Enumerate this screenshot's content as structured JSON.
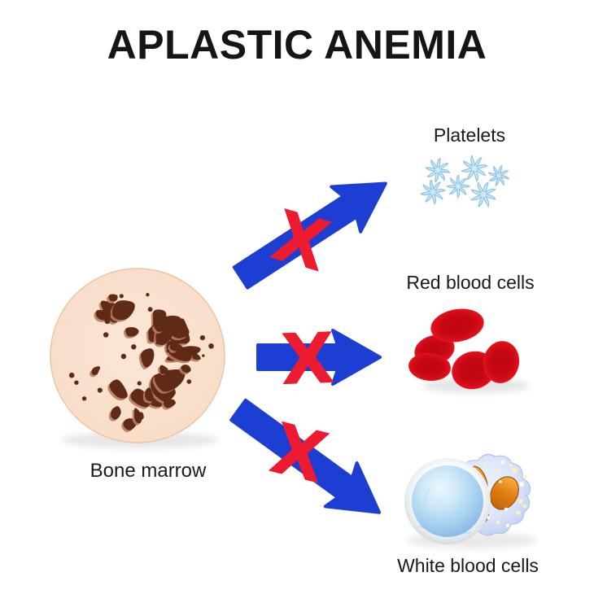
{
  "title": "APLASTIC ANEMIA",
  "bone_marrow": {
    "label": "Bone marrow"
  },
  "cells": {
    "platelets": {
      "label": "Platelets"
    },
    "red_blood_cells": {
      "label": "Red blood cells"
    },
    "white_blood_cells": {
      "label": "White blood cells"
    }
  },
  "marks": {
    "x_symbol": "X"
  },
  "colors": {
    "arrow_blue": "#1c3ed3",
    "x_red": "#ed1b2f",
    "marrow_base": "#f8dcc6",
    "marrow_spots": "#5f2b16",
    "platelet_blue": "#cfe9f8",
    "rbc_red": "#ee1120",
    "wbc_blue": "#8fbfe8",
    "wbc_nucleus_orange": "#e8861c",
    "title_black": "#151515"
  }
}
